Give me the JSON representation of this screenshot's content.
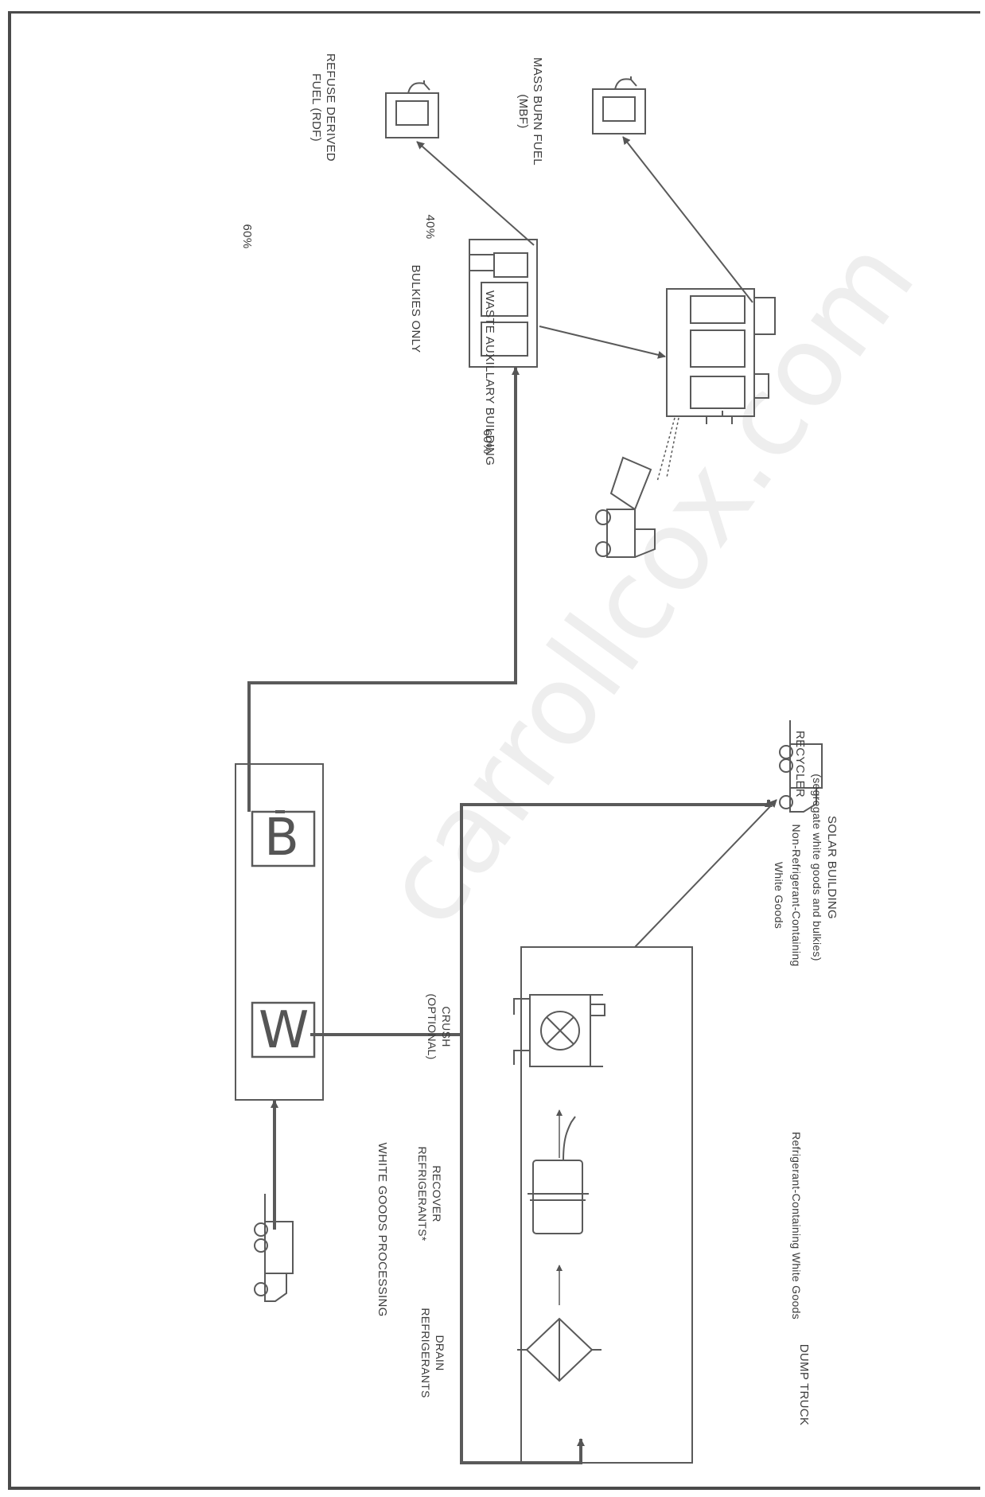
{
  "nodes": {
    "dump_truck": "DUMP TRUCK",
    "solar_building": "SOLAR BUILDING",
    "solar_building_note": "(segregate white goods and bulkies)",
    "white_goods_letter": "W",
    "bulkies_letter": "B",
    "waste_auxiliary_building": "WASTE AUXILLARY BUILDING",
    "bulkies_only": "BULKIES ONLY",
    "refuse_derived_fuel_line1": "REFUSE DERIVED",
    "refuse_derived_fuel_line2": "FUEL (RDF)",
    "mass_burn_fuel_line1": "MASS BURN FUEL",
    "mass_burn_fuel_line2": "(MBF)",
    "recycler": "RECYCLER",
    "white_goods_processing": "WHITE GOODS PROCESSING",
    "drain_line1": "DRAIN",
    "drain_line2": "REFRIGERANTS",
    "recover_line1": "RECOVER",
    "recover_line2": "REFRIGERANTS*",
    "crush_line1": "CRUSH",
    "crush_line2": "(OPTIONAL)"
  },
  "edges": {
    "refrigerant_containing": "Refrigerant-Containing White Goods",
    "non_refrigerant_line1": "Non-Refrigerant-Containing",
    "non_refrigerant_line2": "White Goods",
    "bulkies_to_waste_pct": "60%",
    "waste_to_rdf_pct": "60%",
    "bulkies_to_mbf_pct": "40%"
  },
  "watermark": "carrollcox.com"
}
